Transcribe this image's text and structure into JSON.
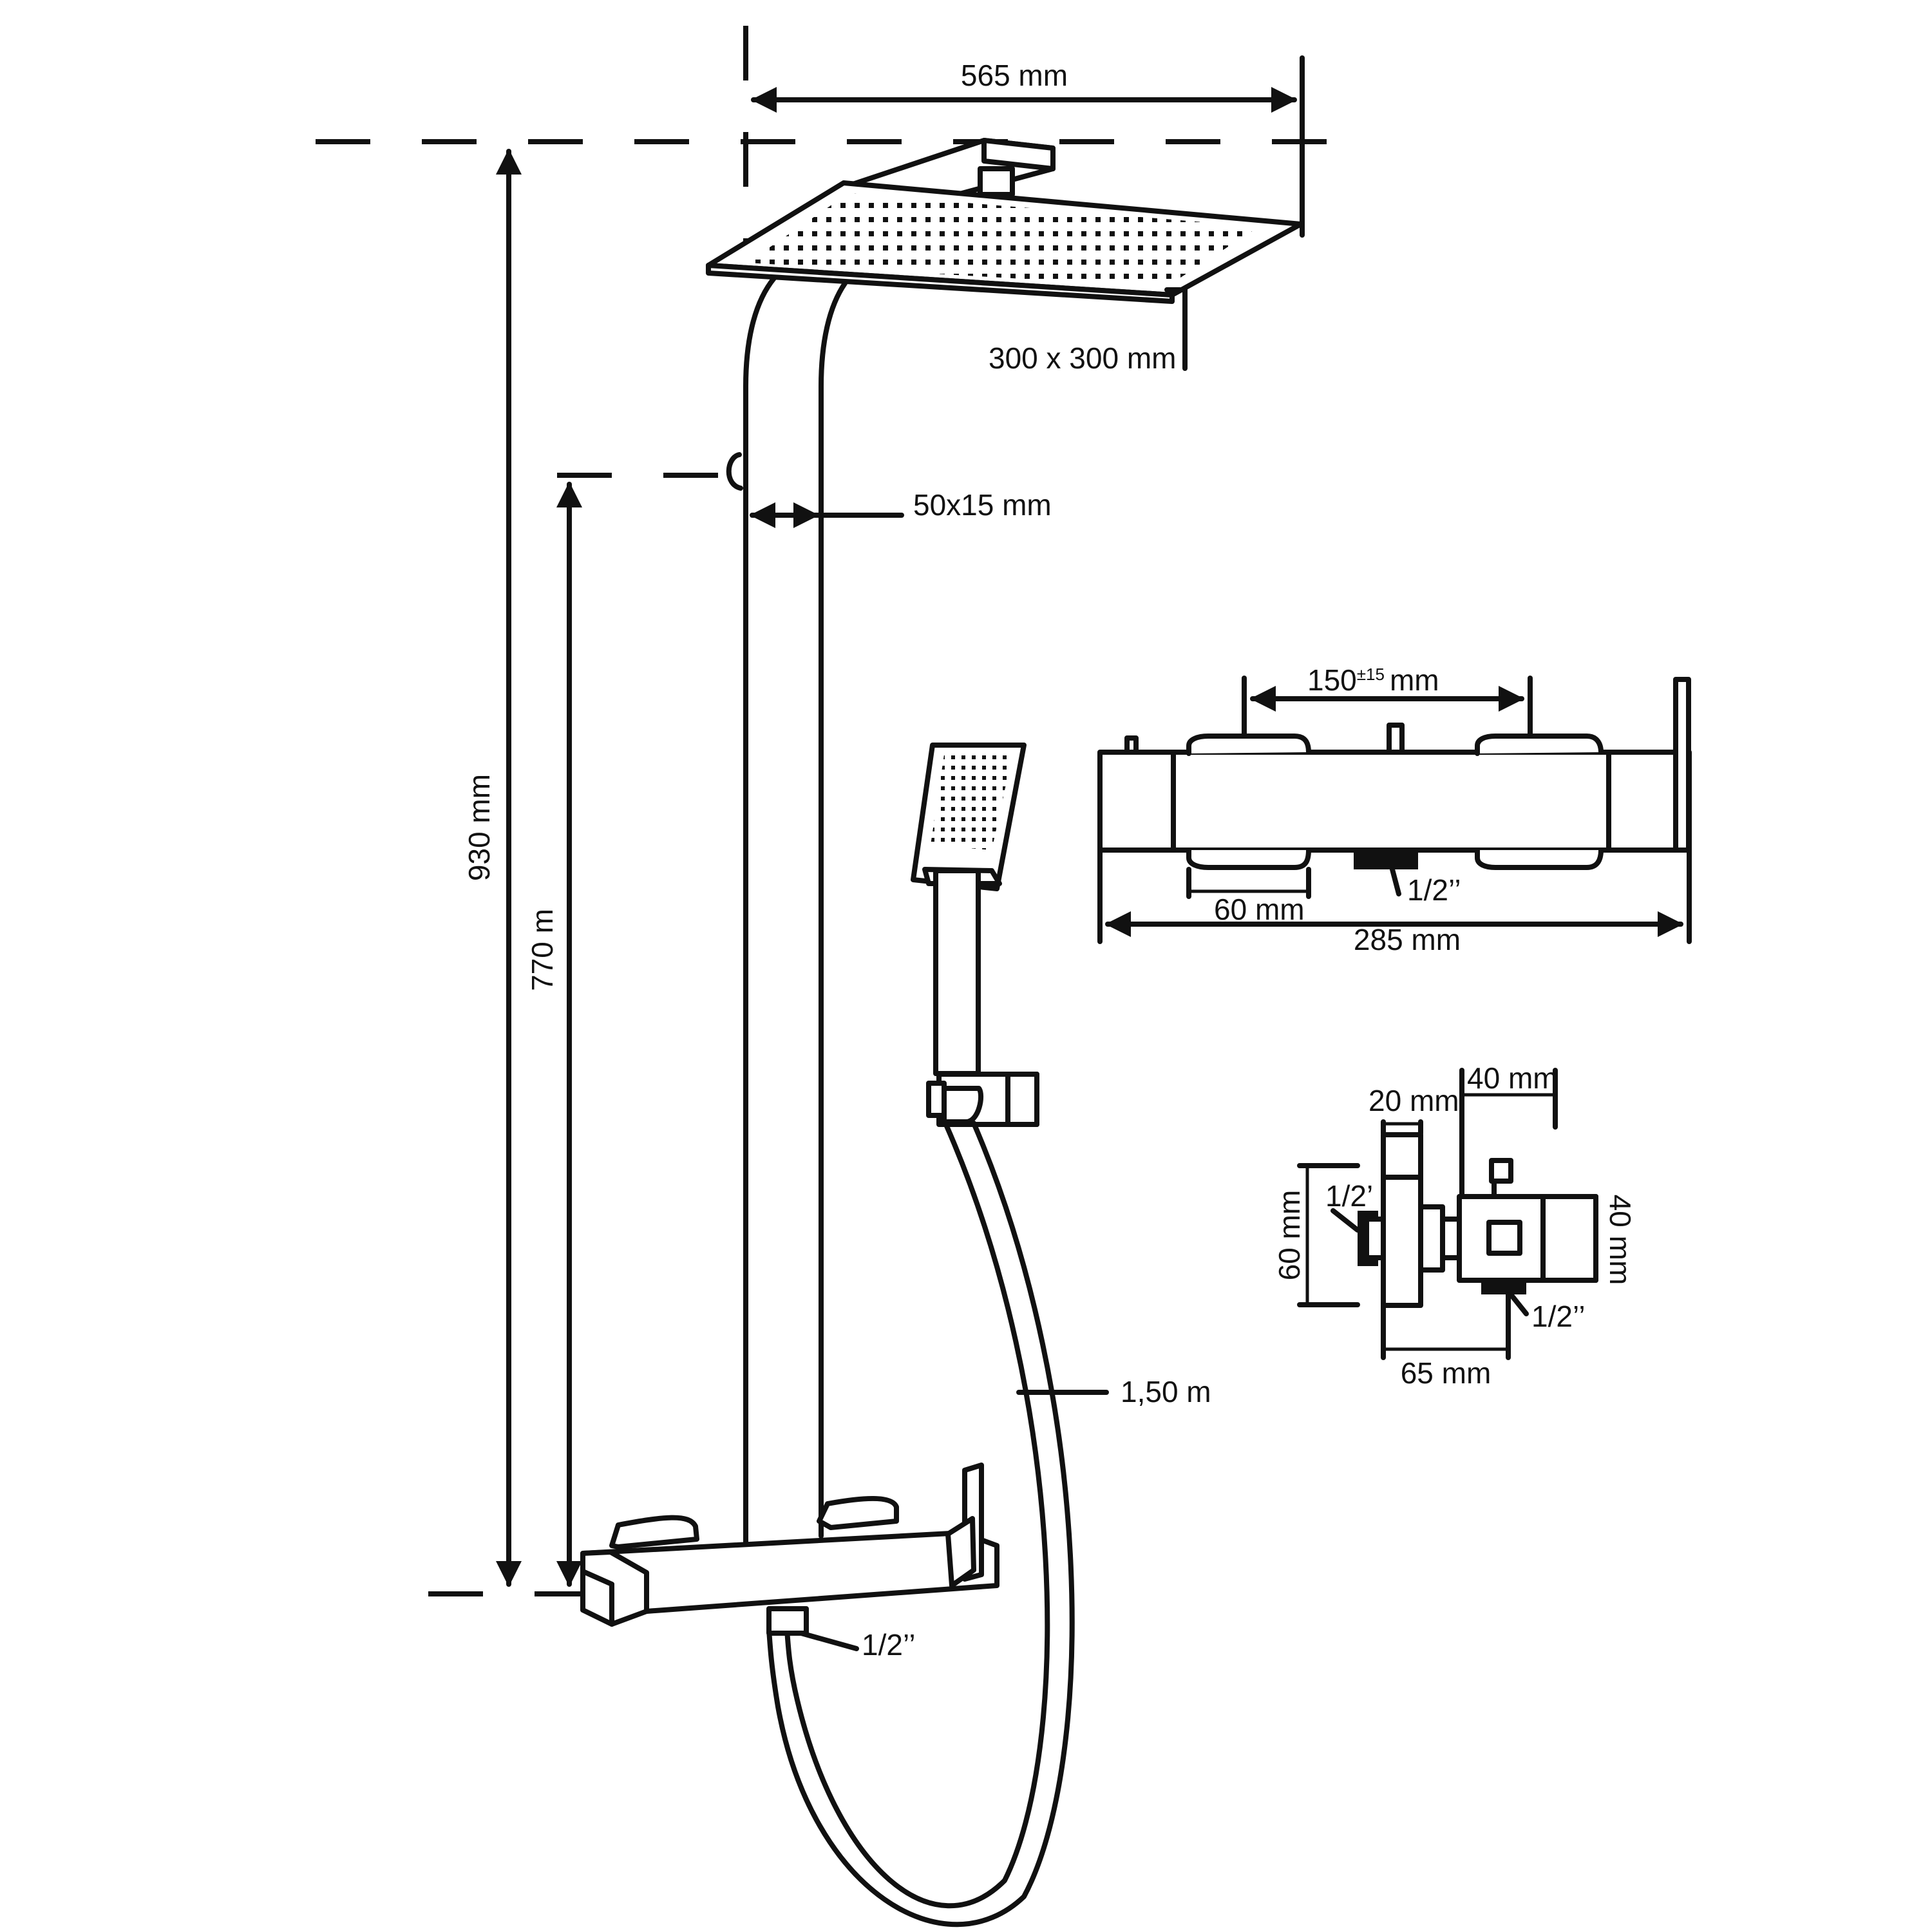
{
  "labels": {
    "overall_width": "565 mm",
    "head_size": "300 x 300 mm",
    "total_height": "930 mm",
    "bar_height": "770 m",
    "pipe_section": "50x15 mm",
    "hose_length": "1,50 m",
    "inlet_main": "1/2’’",
    "mixer_spacing_value": "150",
    "mixer_spacing_tol": "±15",
    "mixer_spacing_unit": "mm",
    "mixer_handle_width": "60 mm",
    "mixer_length": "285 mm",
    "mixer_inlet": "1/2’’",
    "side_depth_top": "20 mm",
    "side_width_top": "40 mm",
    "side_inlet_left": "1/2’",
    "side_height_left": "60 mm",
    "side_height_right": "40 mm",
    "side_inlet_bottom": "1/2’’",
    "side_depth_bottom": "65 mm"
  },
  "colors": {
    "line": "#111111",
    "background": "#ffffff"
  }
}
